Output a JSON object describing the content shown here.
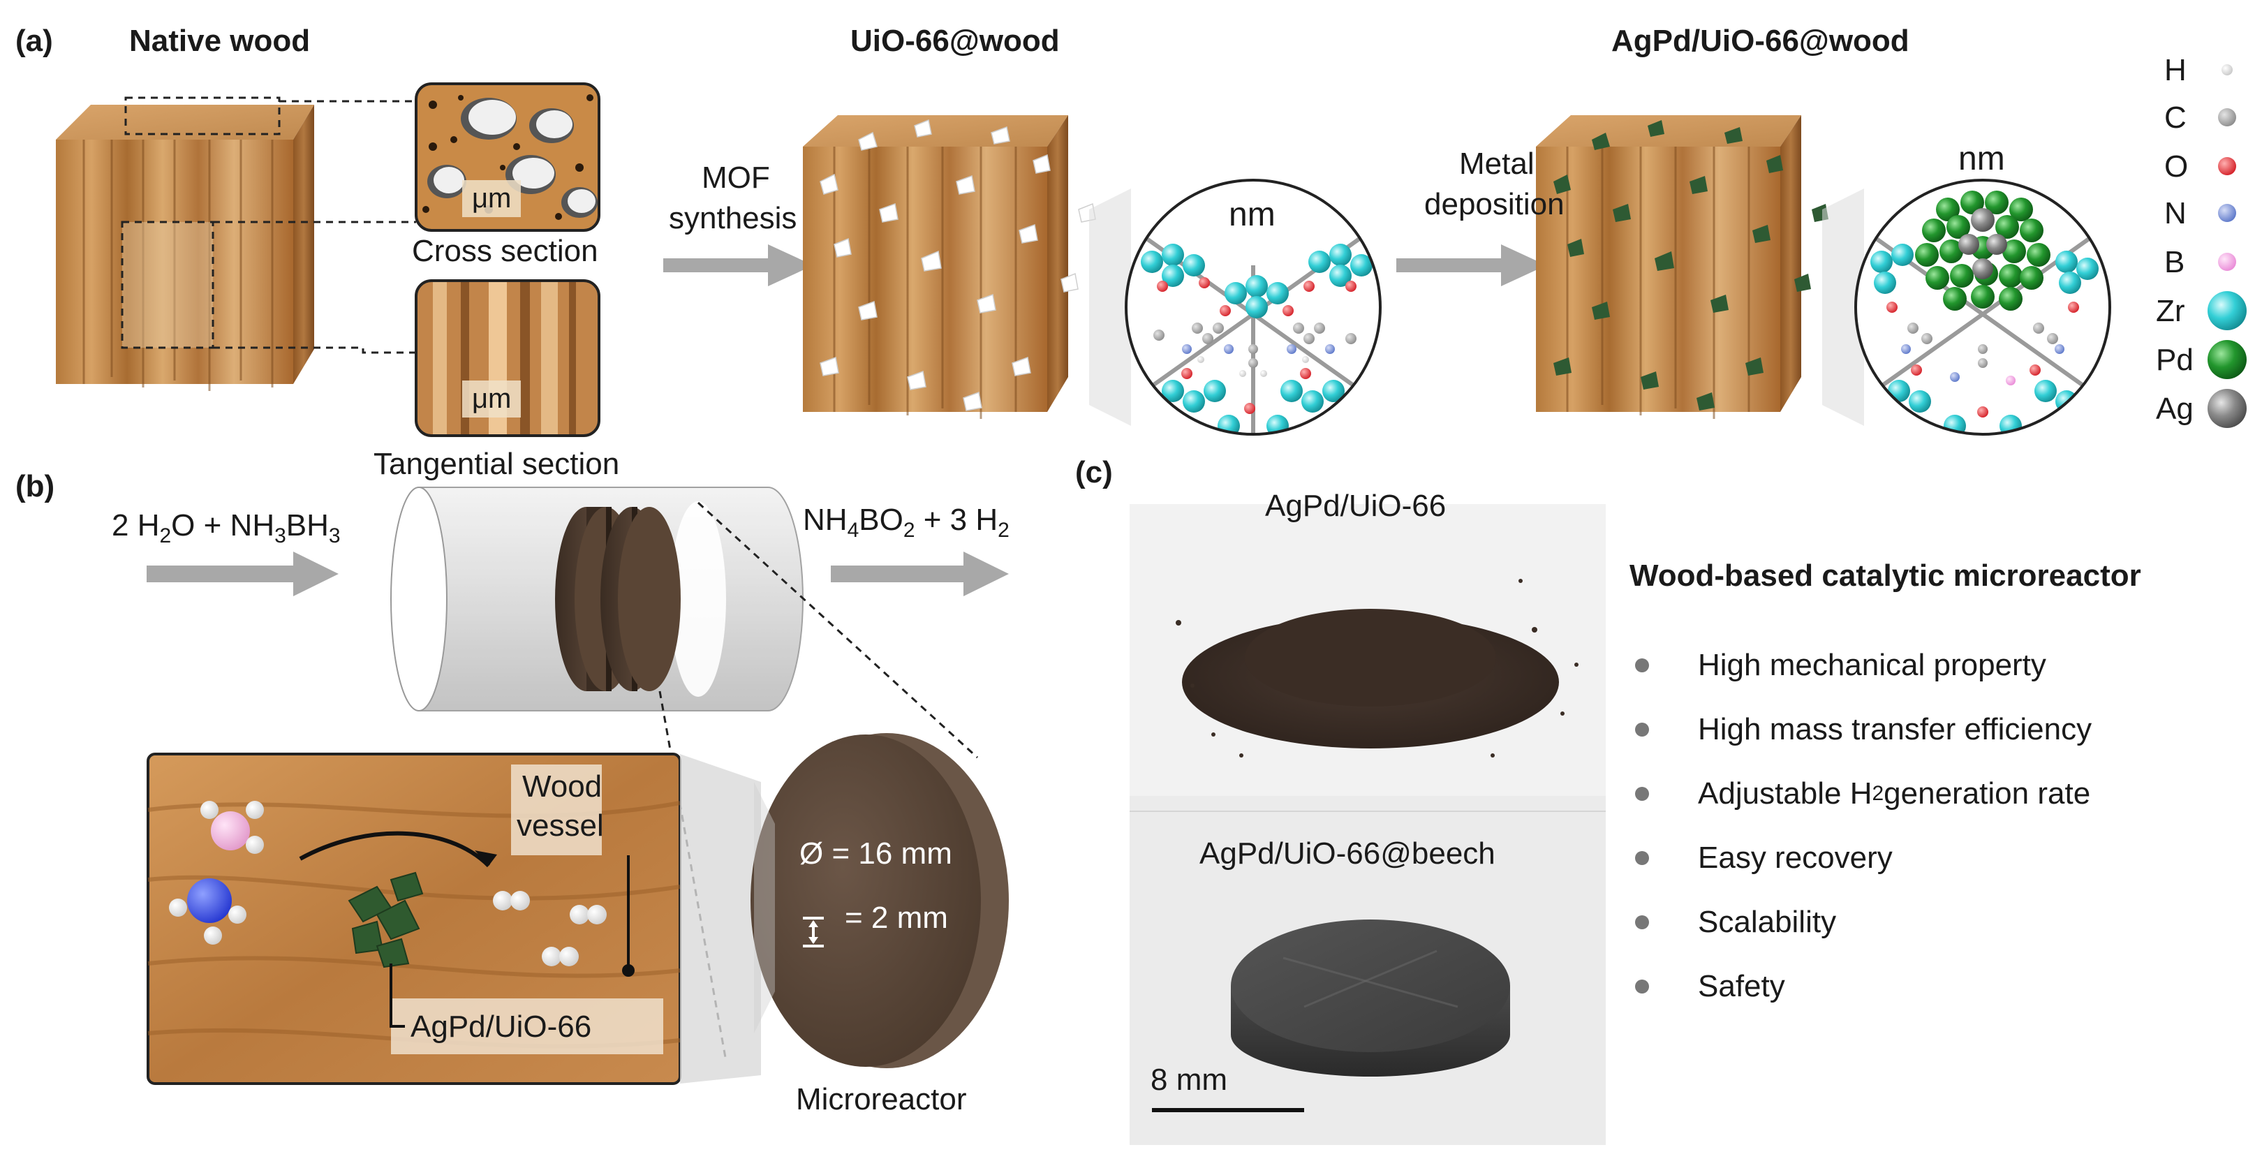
{
  "panel_a": {
    "label": "(a)",
    "native_title": "Native wood",
    "uio_title": "UiO-66@wood",
    "agpd_title": "AgPd/UiO-66@wood",
    "inset_unit": "μm",
    "cross_section": "Cross section",
    "tangential_section": "Tangential section",
    "arrow1_line1": "MOF",
    "arrow1_line2": "synthesis",
    "arrow2_line1": "Metal",
    "arrow2_line2": "deposition",
    "zoom_unit": "nm",
    "legend": [
      {
        "symbol": "H",
        "color": "#d9d9d9",
        "size": "small"
      },
      {
        "symbol": "C",
        "color": "#9e9e9e",
        "size": "small"
      },
      {
        "symbol": "O",
        "color": "#e8333a",
        "size": "small"
      },
      {
        "symbol": "N",
        "color": "#7b93d6",
        "size": "small"
      },
      {
        "symbol": "B",
        "color": "#f4a9e6",
        "size": "small"
      },
      {
        "symbol": "Zr",
        "color": "#2fd0d6",
        "size": "large"
      },
      {
        "symbol": "Pd",
        "color": "#1f8f2a",
        "size": "large"
      },
      {
        "symbol": "Ag",
        "color": "#7d7d7d",
        "size": "large"
      }
    ]
  },
  "panel_b": {
    "label": "(b)",
    "reactant_left": "2 H",
    "reactant_sub1": "2",
    "reactant_mid": "O + NH",
    "reactant_sub2": "3",
    "reactant_mid2": "BH",
    "reactant_sub3": "3",
    "product_left": "NH",
    "product_sub1": "4",
    "product_mid": "BO",
    "product_sub2": "2",
    "product_mid2": " + 3 H",
    "product_sub3": "2",
    "wood_vessel_line1": "Wood",
    "wood_vessel_line2": "vessel",
    "catalyst_label": "AgPd/UiO-66",
    "diameter": "Ø = 16 mm",
    "thickness": "= 2 mm",
    "microreactor": "Microreactor"
  },
  "panel_c": {
    "label": "(c)",
    "powder_label": "AgPd/UiO-66",
    "disc_label": "AgPd/UiO-66@beech",
    "scale": "8 mm",
    "features_title": "Wood-based catalytic microreactor",
    "features": [
      "High mechanical property",
      "High mass transfer efficiency",
      "Adjustable H",
      "Easy recovery",
      "Scalability",
      "Safety"
    ],
    "feature3_sub": "2",
    "feature3_tail": " generation rate"
  }
}
